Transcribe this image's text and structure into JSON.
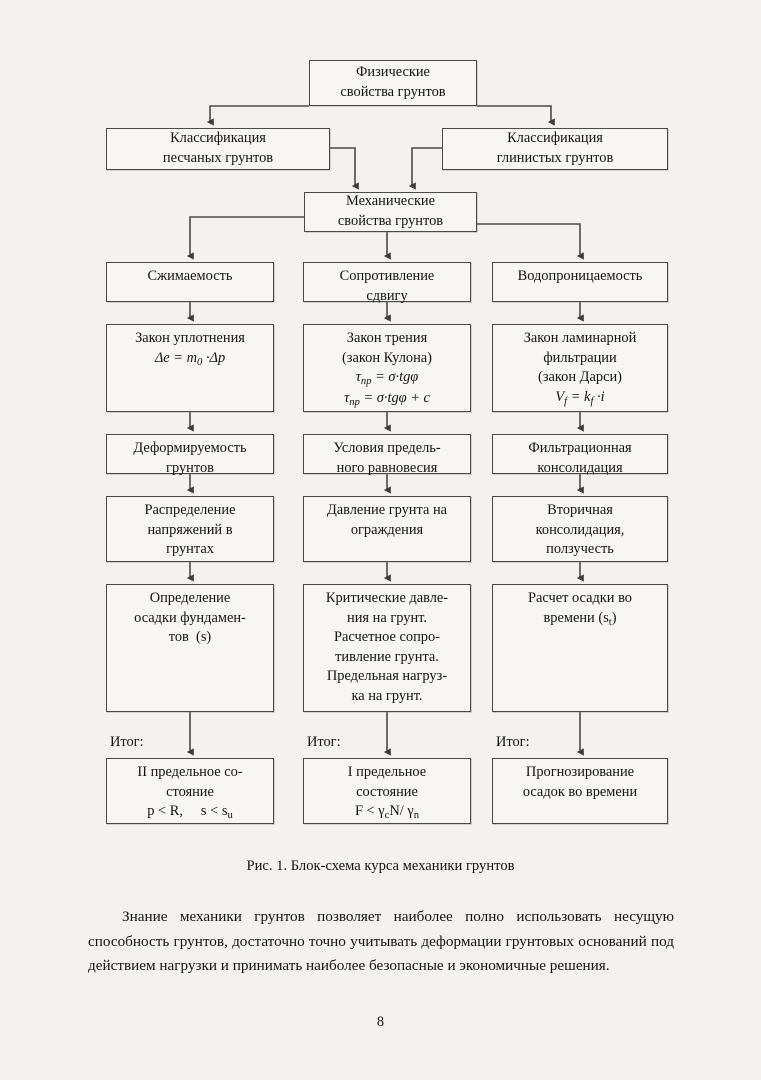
{
  "document": {
    "page_number": "8",
    "figure_caption": "Рис. 1. Блок-схема курса механики грунтов",
    "body_paragraph": "Знание механики грунтов позволяет наиболее полно использовать несущую способность грунтов, достаточно точно учитывать деформации грунтовых оснований под действием нагрузки и принимать наиболее безопасные и экономичные решения."
  },
  "flowchart": {
    "title": "Блок-схема курса механики грунтов",
    "nodes": {
      "physical_properties": {
        "line1": "Физические",
        "line2": "свойства грунтов"
      },
      "sand_classification": {
        "line1": "Классификация",
        "line2": "песчаных грунтов"
      },
      "clay_classification": {
        "line1": "Классификация",
        "line2": "глинистых грунтов"
      },
      "mechanical_properties": {
        "line1": "Механические",
        "line2": "свойства грунтов"
      },
      "compressibility": {
        "line1": "Сжимаемость"
      },
      "shear_resistance": {
        "line1": "Сопротивление",
        "line2": "сдвигу"
      },
      "water_permeability": {
        "line1": "Водопроницаемость"
      },
      "compaction_law": {
        "line1": "Закон уплотнения",
        "formula1": "Δe = m0 ·Δp"
      },
      "friction_law": {
        "line1": "Закон трения",
        "line2": "(закон Кулона)",
        "formula1": "τпр = σ·tgφ",
        "formula2": "τпр = σ·tgφ + c"
      },
      "laminar_filtration_law": {
        "line1": "Закон ламинарной",
        "line2": "фильтрации",
        "line3": "(закон Дарси)",
        "formula1": "Vf = kf ·i"
      },
      "deformability": {
        "line1": "Деформируемость",
        "line2": "грунтов"
      },
      "limit_equilibrium": {
        "line1": "Условия предель-",
        "line2": "ного равновесия"
      },
      "filtration_consolidation": {
        "line1": "Фильтрационная",
        "line2": "консолидация"
      },
      "stress_distribution": {
        "line1": "Распределение",
        "line2": "напряжений в",
        "line3": "грунтах"
      },
      "soil_pressure_on_walls": {
        "line1": "Давление грунта на",
        "line2": "ограждения"
      },
      "secondary_consolidation": {
        "line1": "Вторичная",
        "line2": "консолидация,",
        "line3": "ползучесть"
      },
      "foundation_settlement": {
        "line1": "Определение",
        "line2": "осадки фундамен-",
        "line3": "тов  (s)"
      },
      "critical_pressures": {
        "line1": "Критические давле-",
        "line2": "ния на грунт.",
        "line3": "Расчетное сопро-",
        "line4": "тивление грунта.",
        "line5": "Предельная нагруз-",
        "line6": "ка на грунт."
      },
      "settlement_in_time": {
        "line1": "Расчет осадки во",
        "line2": "времени (st)"
      },
      "result_label_1": "Итог:",
      "result_label_2": "Итог:",
      "result_label_3": "Итог:",
      "second_limit_state": {
        "line1": "II предельное со-",
        "line2": "стояние",
        "formula1": "p < R,     s < su"
      },
      "first_limit_state": {
        "line1": "I предельное",
        "line2": "состояние",
        "formula1": "F < γcN/ γn"
      },
      "settlement_forecast": {
        "line1": "Прогнозирование",
        "line2": "осадок во времени"
      }
    }
  },
  "colors": {
    "page_background": "#f3f2f0",
    "box_border": "#4a4a4a",
    "box_fill": "#f7f6f4",
    "text": "#141414"
  }
}
